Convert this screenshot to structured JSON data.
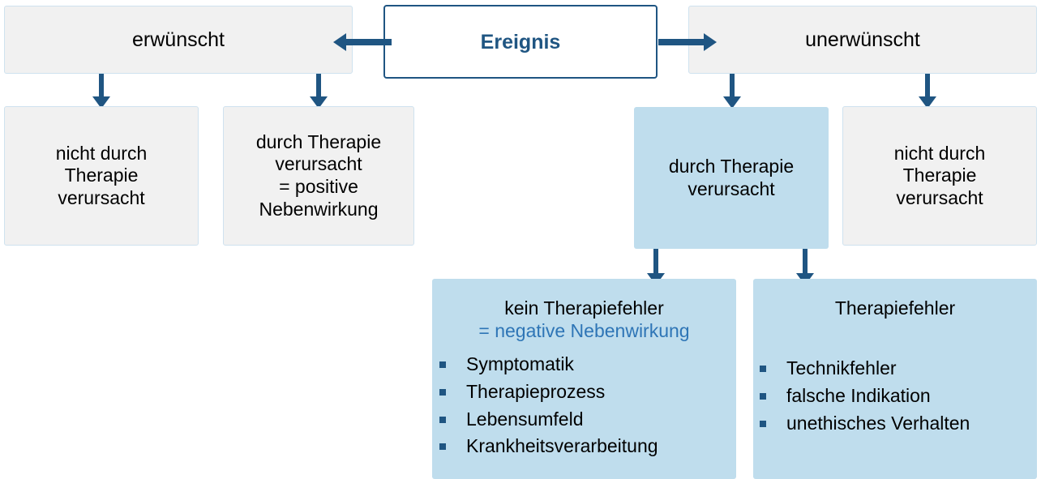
{
  "diagram": {
    "title_node": {
      "label": "Ereignis"
    },
    "branch_left": {
      "label": "erwünscht"
    },
    "branch_right": {
      "label": "unerwünscht"
    },
    "left_children": [
      {
        "lines": [
          "nicht durch",
          "Therapie",
          "verursacht"
        ]
      },
      {
        "lines": [
          "durch Therapie",
          "verursacht",
          "= positive",
          "Nebenwirkung"
        ]
      }
    ],
    "right_children": [
      {
        "lines": [
          "durch Therapie",
          "verursacht"
        ]
      },
      {
        "lines": [
          "nicht durch",
          "Therapie",
          "verursacht"
        ]
      }
    ],
    "outcome_left": {
      "title": "kein Therapiefehler",
      "subtitle": "= negative Nebenwirkung",
      "items": [
        "Symptomatik",
        "Therapieprozess",
        "Lebensumfeld",
        "Krankheitsverarbeitung"
      ]
    },
    "outcome_right": {
      "title": "Therapiefehler",
      "subtitle": "",
      "items": [
        "Technikfehler",
        "falsche Indikation",
        "unethisches Verhalten"
      ]
    },
    "colors": {
      "accent_dark_blue": "#1f5582",
      "accent_text_blue": "#2e75b6",
      "fill_light_blue": "#bfdded",
      "fill_grey": "#f1f1f1",
      "border_light_blue": "#cfe2ef",
      "text_black": "#000000"
    }
  }
}
